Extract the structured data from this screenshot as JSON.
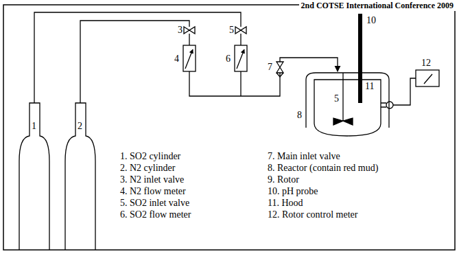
{
  "diagram": {
    "labels": [
      "2nd COTSE International Conference 2009",
      "1",
      "2",
      "3",
      "4",
      "5",
      "6",
      "7",
      "8",
      "5",
      "10",
      "11",
      "12",
      "1. SO2 cylinder",
      "2. N2 cylinder",
      "3. N2 inlet valve",
      "4. N2 flow meter",
      "5. SO2 inlet valve",
      "6. SO2 flow meter",
      "7. Main inlet valve",
      "8. Reactor (contain red mud)",
      "9. Rotor",
      "10. pH probe",
      "11. Hood",
      "12. Rotor control meter"
    ]
  }
}
